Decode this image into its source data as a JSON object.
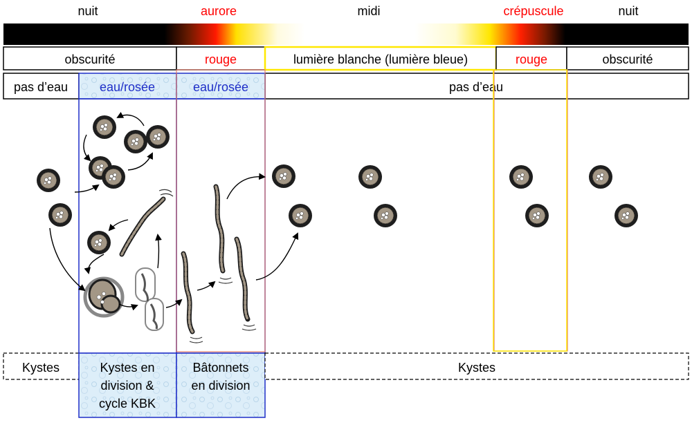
{
  "colors": {
    "red": "#ff0000",
    "blue": "#1f2fc8",
    "yellow": "#ffe800",
    "salmon": "#e07a6a",
    "cyst_ring": "#1e1e1e",
    "cyst_core": "#a39786",
    "water_tint": "#dcedf8"
  },
  "top_labels": {
    "nuit_left": "nuit",
    "aurore": "aurore",
    "midi": "midi",
    "crepuscule": "crépuscule",
    "nuit_right": "nuit"
  },
  "light_row": {
    "obscurite_left": "obscurité",
    "rouge_dawn": "rouge",
    "lumiere": "lumière blanche (lumière bleue)",
    "rouge_dusk": "rouge",
    "obscurite_right": "obscurité"
  },
  "water_row": {
    "pas_eau_left": "pas d’eau",
    "eau_rosee_1": "eau/rosée",
    "eau_rosee_2": "eau/rosée",
    "pas_eau_right": "pas d’eau"
  },
  "stages": {
    "kystes_left": "Kystes",
    "kystes_division": [
      "Kystes en",
      "division &",
      "cycle KBK"
    ],
    "batonnets": [
      "Bâtonnets",
      "en division"
    ],
    "kystes_right": "Kystes"
  }
}
